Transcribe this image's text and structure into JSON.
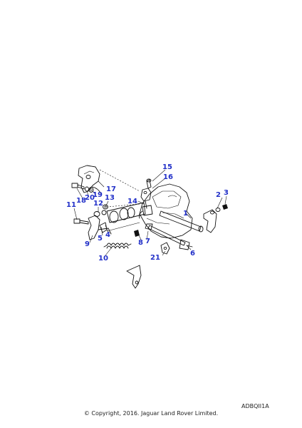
{
  "diagram": {
    "callouts": [
      "1",
      "2",
      "3",
      "4",
      "5",
      "6",
      "7",
      "8",
      "9",
      "10",
      "11",
      "12",
      "13",
      "14",
      "15",
      "16",
      "17",
      "18",
      "19",
      "20",
      "21"
    ]
  },
  "footer": {
    "code": "ADBQII1A",
    "copyright": "© Copyright, 2016. Jaguar Land Rover Limited."
  }
}
